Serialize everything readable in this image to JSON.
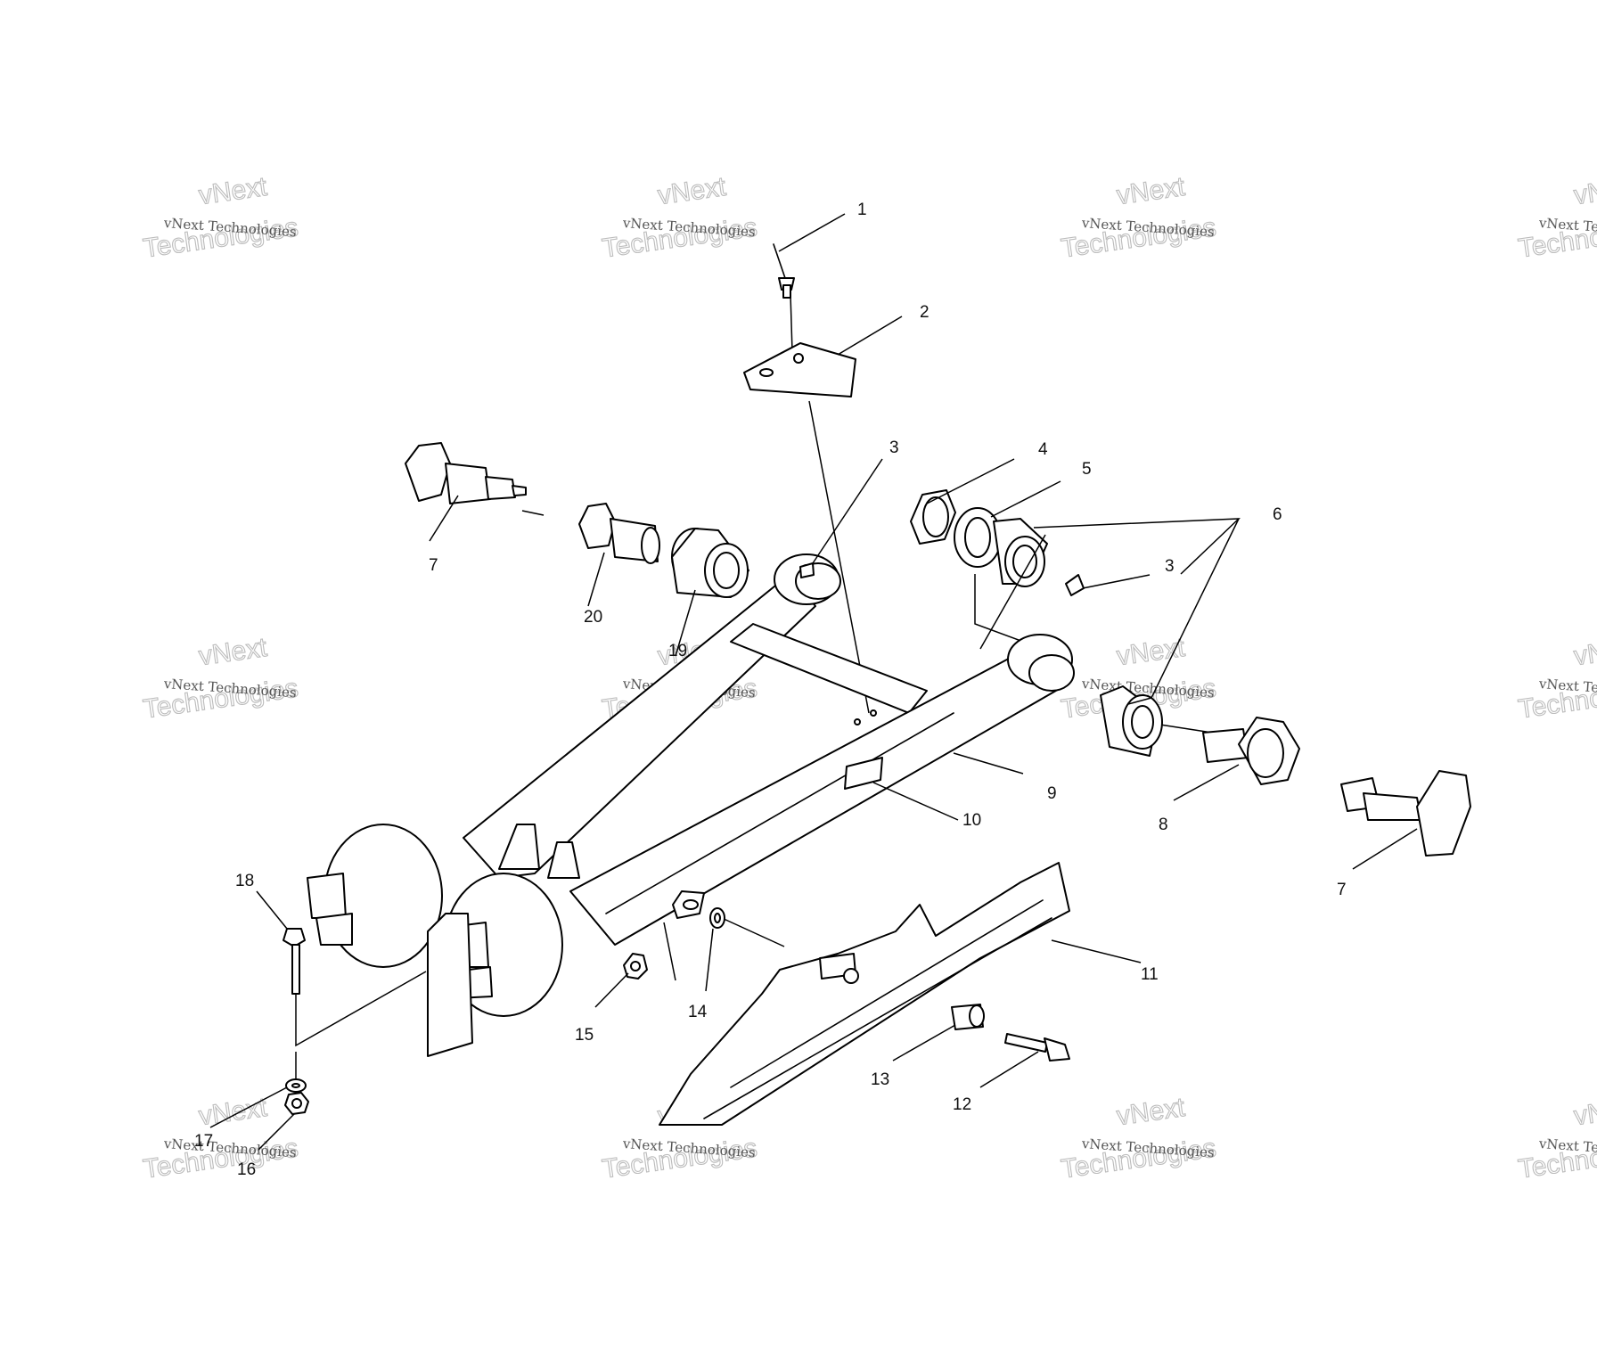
{
  "diagram": {
    "watermark_text": "vNext Technologies",
    "watermark_big_line1": "vNext",
    "watermark_big_line2": "Technologies",
    "callouts": [
      {
        "id": "c1",
        "label": "1"
      },
      {
        "id": "c2",
        "label": "2"
      },
      {
        "id": "c3a",
        "label": "3"
      },
      {
        "id": "c4",
        "label": "4"
      },
      {
        "id": "c5",
        "label": "5"
      },
      {
        "id": "c6",
        "label": "6"
      },
      {
        "id": "c3b",
        "label": "3"
      },
      {
        "id": "c7a",
        "label": "7"
      },
      {
        "id": "c20",
        "label": "20"
      },
      {
        "id": "c19",
        "label": "19"
      },
      {
        "id": "c9",
        "label": "9"
      },
      {
        "id": "c10",
        "label": "10"
      },
      {
        "id": "c8",
        "label": "8"
      },
      {
        "id": "c7b",
        "label": "7"
      },
      {
        "id": "c18",
        "label": "18"
      },
      {
        "id": "c11",
        "label": "11"
      },
      {
        "id": "c14",
        "label": "14"
      },
      {
        "id": "c15",
        "label": "15"
      },
      {
        "id": "c13",
        "label": "13"
      },
      {
        "id": "c12",
        "label": "12"
      },
      {
        "id": "c17",
        "label": "17"
      },
      {
        "id": "c16",
        "label": "16"
      }
    ]
  }
}
